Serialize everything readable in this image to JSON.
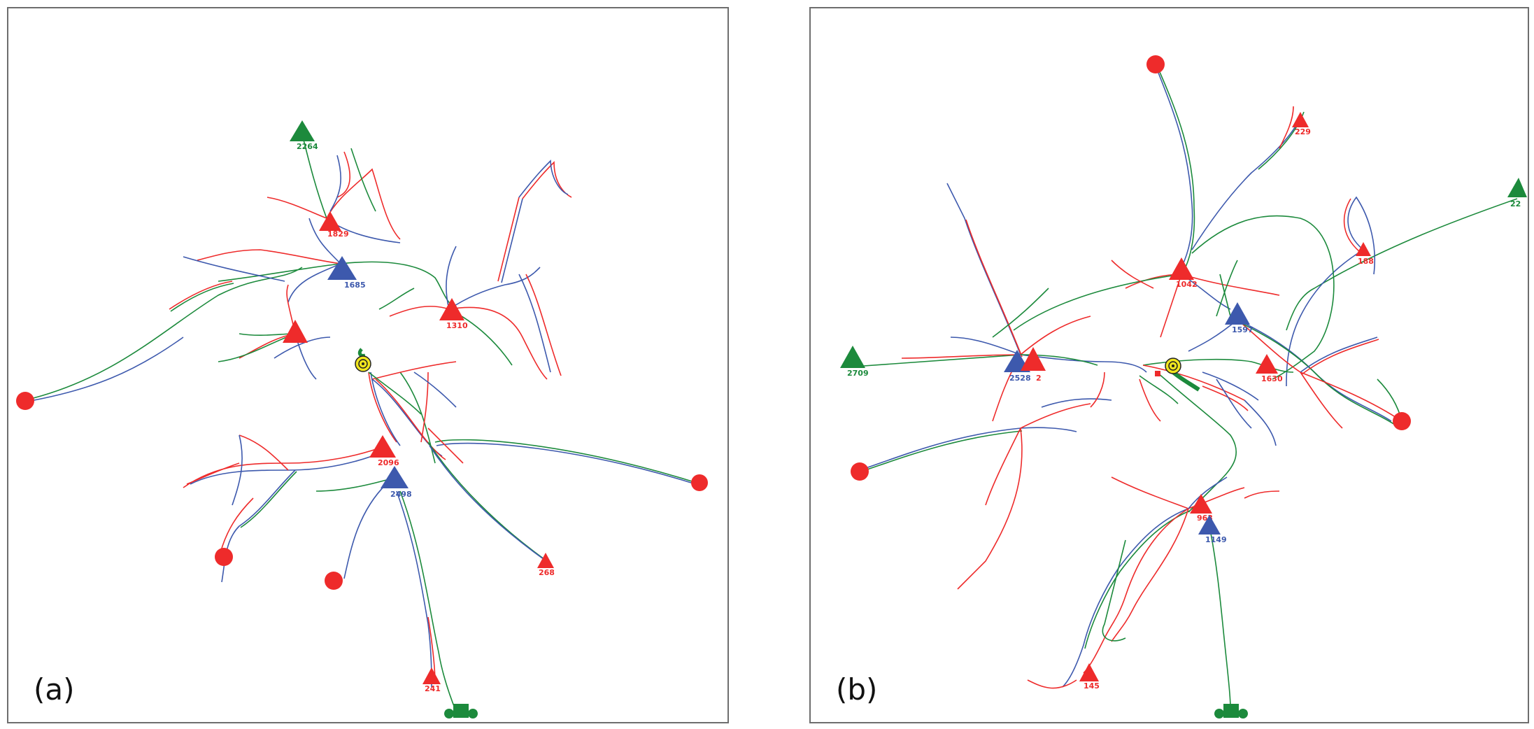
{
  "colors": {
    "red": "#ee2b2b",
    "blue": "#3d59ad",
    "green": "#1c8a3c",
    "border": "#6e6e6e",
    "target": "#f0e51e"
  },
  "panels": [
    {
      "id": "a",
      "label": "(a)",
      "nodes": [
        {
          "shape": "triangle",
          "color": "green",
          "label": "2264"
        },
        {
          "shape": "triangle",
          "color": "red",
          "label": "1829"
        },
        {
          "shape": "triangle",
          "color": "blue",
          "label": "1685"
        },
        {
          "shape": "triangle",
          "color": "red",
          "label": "1310"
        },
        {
          "shape": "triangle",
          "color": "red",
          "label": ""
        },
        {
          "shape": "triangle",
          "color": "red",
          "label": "2096"
        },
        {
          "shape": "triangle",
          "color": "blue",
          "label": "2498"
        },
        {
          "shape": "triangle",
          "color": "red",
          "label": "268"
        },
        {
          "shape": "triangle",
          "color": "red",
          "label": "241"
        },
        {
          "shape": "circle",
          "color": "red",
          "label": ""
        },
        {
          "shape": "circle",
          "color": "red",
          "label": ""
        },
        {
          "shape": "circle",
          "color": "red",
          "label": ""
        },
        {
          "shape": "circle",
          "color": "red",
          "label": ""
        },
        {
          "shape": "base",
          "color": "green",
          "label": ""
        },
        {
          "shape": "target",
          "color": "target",
          "label": ""
        }
      ]
    },
    {
      "id": "b",
      "label": "(b)",
      "nodes": [
        {
          "shape": "circle",
          "color": "red",
          "label": ""
        },
        {
          "shape": "triangle",
          "color": "red",
          "label": "229"
        },
        {
          "shape": "triangle",
          "color": "green",
          "label": "22"
        },
        {
          "shape": "triangle",
          "color": "red",
          "label": "188"
        },
        {
          "shape": "triangle",
          "color": "red",
          "label": "1042"
        },
        {
          "shape": "triangle",
          "color": "blue",
          "label": "1597"
        },
        {
          "shape": "triangle",
          "color": "green",
          "label": "2709"
        },
        {
          "shape": "triangle",
          "color": "blue",
          "label": "2528"
        },
        {
          "shape": "triangle",
          "color": "red",
          "label": "2"
        },
        {
          "shape": "triangle",
          "color": "red",
          "label": "1630"
        },
        {
          "shape": "triangle",
          "color": "red",
          "label": "963"
        },
        {
          "shape": "triangle",
          "color": "blue",
          "label": "1149"
        },
        {
          "shape": "triangle",
          "color": "red",
          "label": "145"
        },
        {
          "shape": "circle",
          "color": "red",
          "label": ""
        },
        {
          "shape": "circle",
          "color": "red",
          "label": ""
        },
        {
          "shape": "base",
          "color": "green",
          "label": ""
        },
        {
          "shape": "target",
          "color": "target",
          "label": ""
        }
      ]
    }
  ]
}
